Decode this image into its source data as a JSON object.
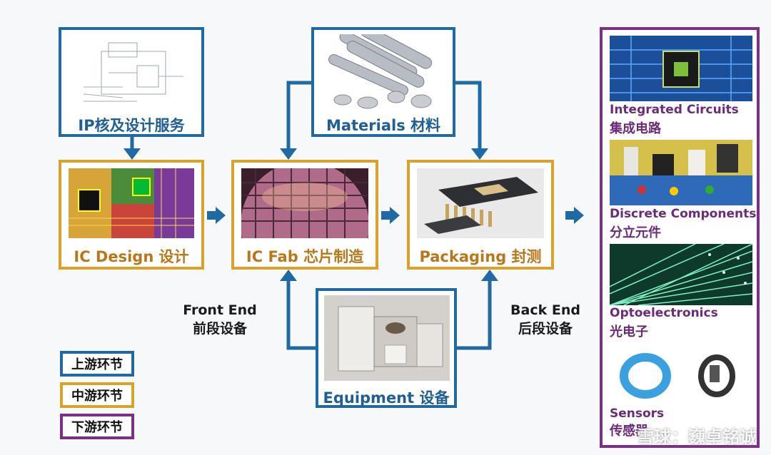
{
  "ip": {
    "label": "IP核及设计服务"
  },
  "materials": {
    "label": "Materials 材料"
  },
  "ic_design": {
    "label": "IC Design 设计"
  },
  "ic_fab": {
    "label": "IC Fab 芯片制造"
  },
  "packaging": {
    "label": "Packaging 封测"
  },
  "equipment": {
    "label": "Equipment 设备"
  },
  "front_end": {
    "en": "Front End",
    "zh": "前段设备"
  },
  "back_end": {
    "en": "Back End",
    "zh": "后段设备"
  },
  "legend": [
    {
      "label": "上游环节",
      "color": "#1f6aa5"
    },
    {
      "label": "中游环节",
      "color": "#d9a22b"
    },
    {
      "label": "下游环节",
      "color": "#7b2f86"
    }
  ],
  "downstream": [
    {
      "en": "Integrated Circuits",
      "zh": "集成电路"
    },
    {
      "en": "Discrete Components",
      "zh": "分立元件"
    },
    {
      "en": "Optoelectronics",
      "zh": "光电子"
    },
    {
      "en": "Sensors",
      "zh": "传感器"
    }
  ],
  "watermark": "雪球：巍卓铭诚",
  "colors": {
    "upstream": "#1f6aa5",
    "midstream": "#d9a22b",
    "downstream": "#7b2f86"
  }
}
